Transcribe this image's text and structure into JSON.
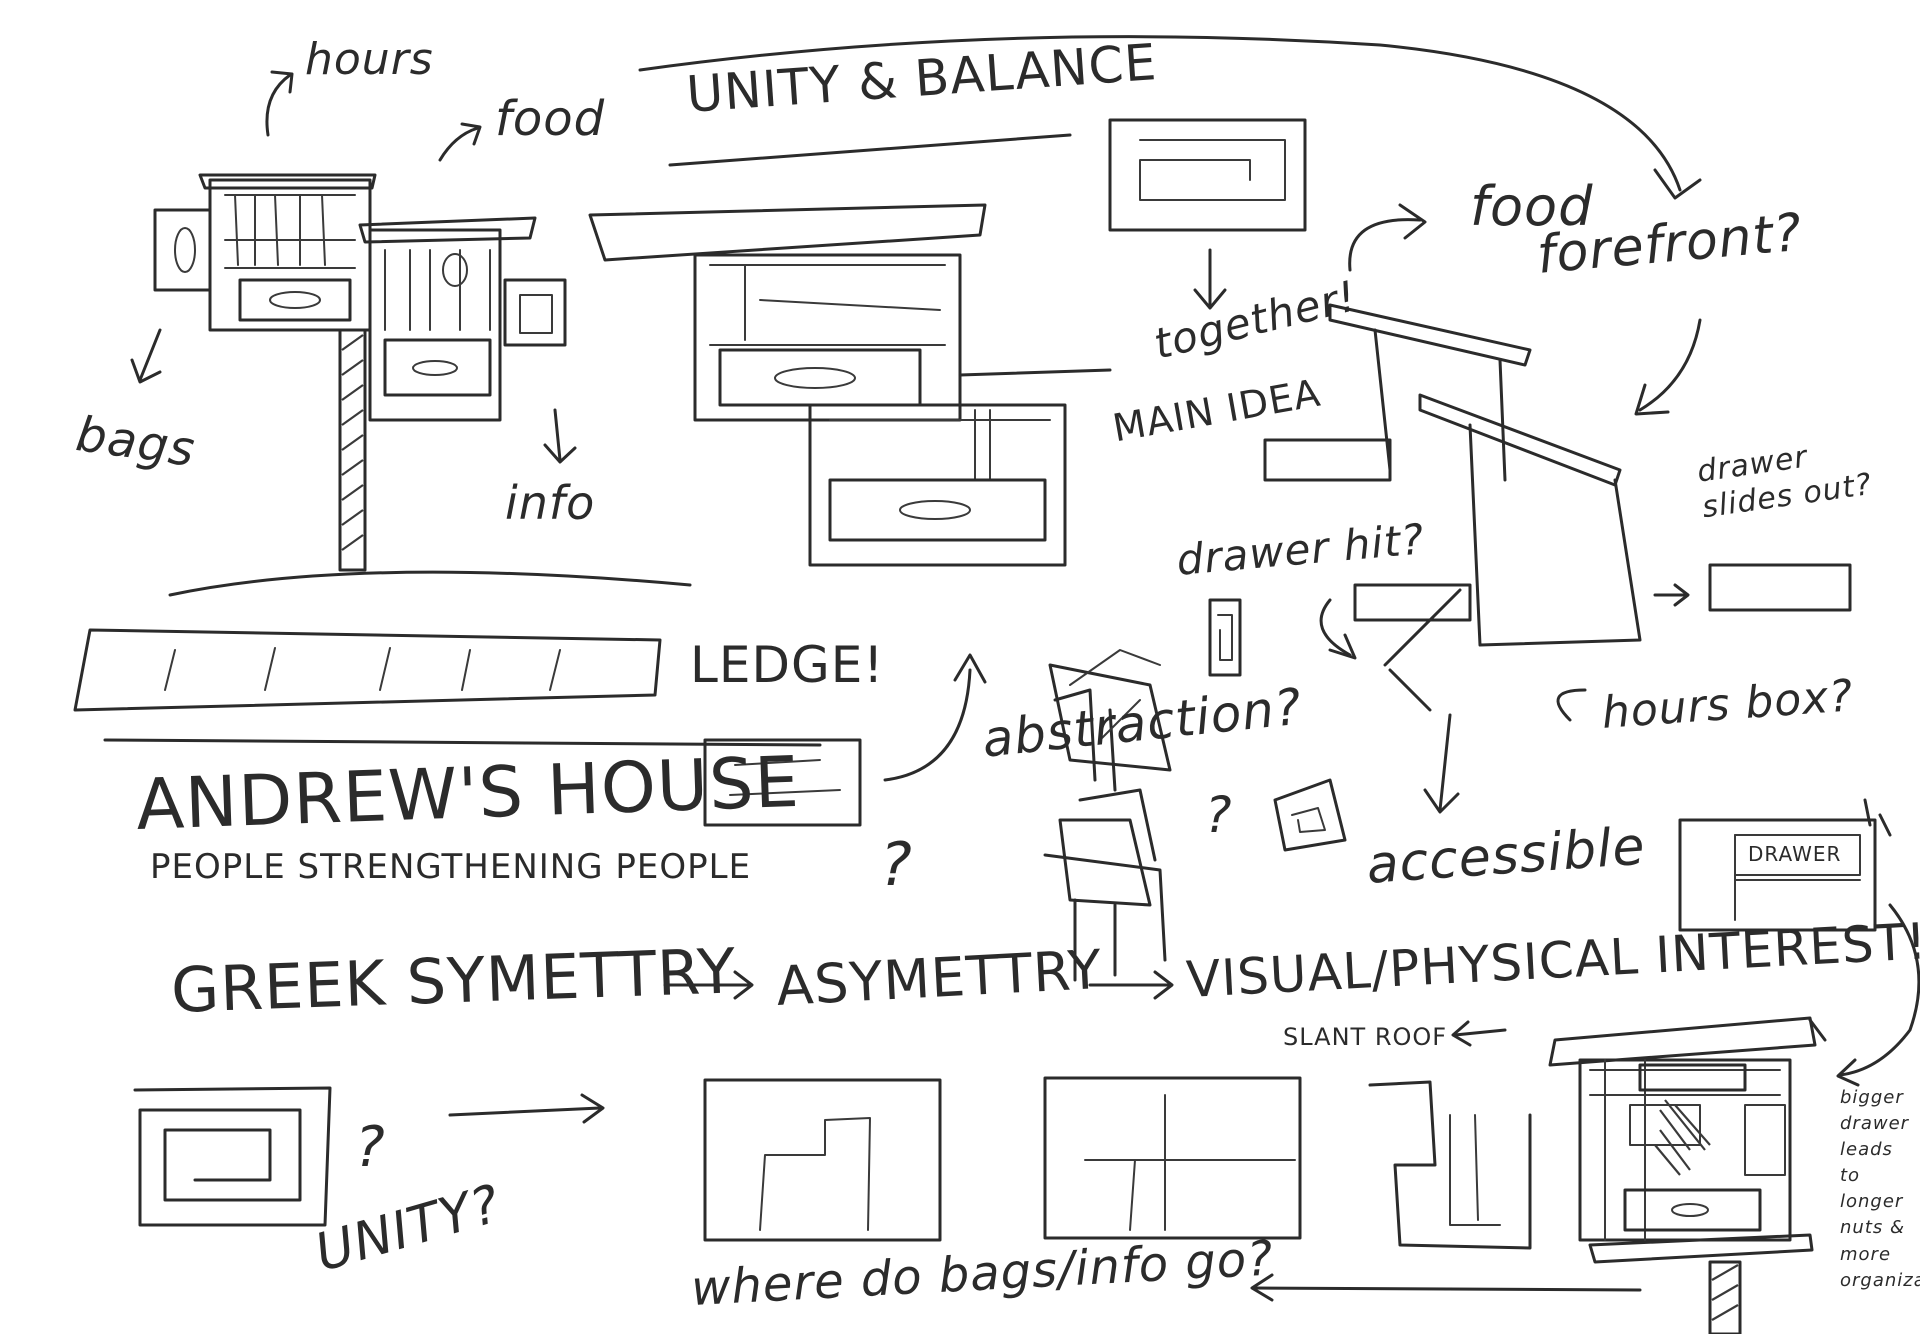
{
  "labels": {
    "hours": "hours",
    "food_top": "food",
    "unity_balance": "UNITY & BALANCE",
    "food_right": "food",
    "forefront": "forefront?",
    "bags": "bags",
    "info_top": "info",
    "together": "together!",
    "main_idea": "MAIN IDEA",
    "drawer_slides_out": "drawer slides out?",
    "drawer_hit": "drawer hit?",
    "ledge": "LEDGE!",
    "abstraction": "abstraction?",
    "hours_box": "hours box?",
    "andrews_house": "ANDREW'S HOUSE",
    "people_strengthening_people": "PEOPLE STRENGTHENING PEOPLE",
    "accessible": "accessible",
    "drawer_word": "DRAWER",
    "greek_symmetry": "GREEK SYMETTRY",
    "asymmetry": "ASYMETTRY",
    "visual_physical_interest": "VISUAL/PHYSICAL INTEREST!!",
    "slant_roof": "SLANT ROOF",
    "unity_q": "UNITY?",
    "where_bags_info": "where do bags/info go?",
    "bigger_drawer_note": "bigger drawer leads to longer nuts & more organization",
    "q_mark_1": "?",
    "q_mark_2": "?",
    "q_mark_3": "?"
  },
  "colors": {
    "ink": "#2b2b2b",
    "paper": "#ffffff"
  }
}
